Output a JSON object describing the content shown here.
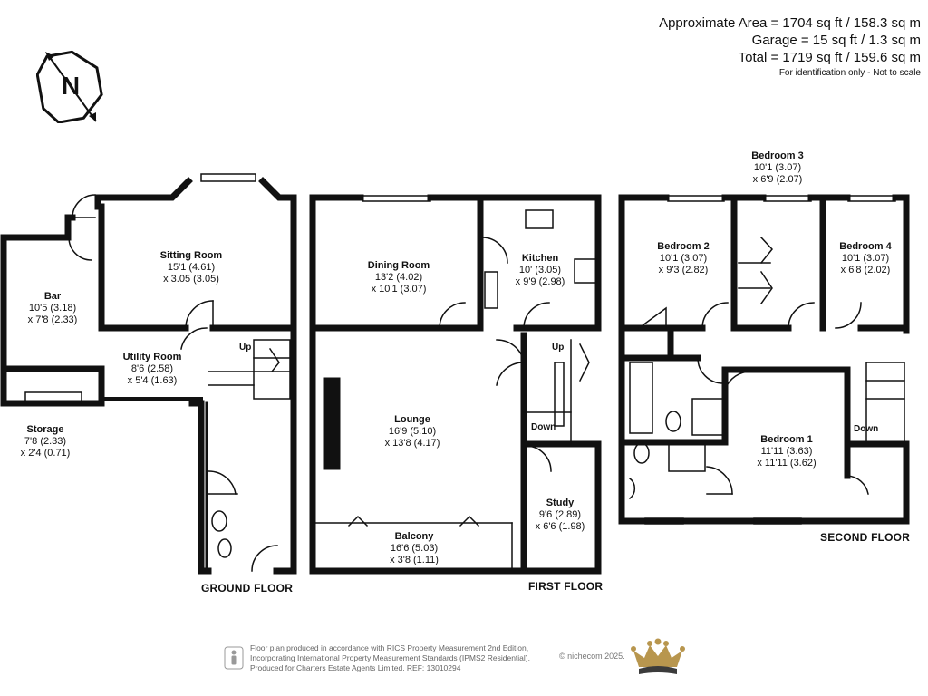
{
  "area": {
    "approx": "Approximate Area = 1704 sq ft / 158.3 sq m",
    "garage": "Garage = 15 sq ft / 1.3 sq m",
    "total": "Total = 1719 sq ft / 159.6 sq m",
    "note": "For identification only - Not to scale"
  },
  "compass": {
    "letter": "N"
  },
  "rooms": {
    "bar": {
      "name": "Bar",
      "line1": "10'5 (3.18)",
      "line2": "x 7'8 (2.33)"
    },
    "sitting": {
      "name": "Sitting Room",
      "line1": "15'1 (4.61)",
      "line2": "x 3.05 (3.05)"
    },
    "utility": {
      "name": "Utility Room",
      "line1": "8'6 (2.58)",
      "line2": "x 5'4 (1.63)"
    },
    "storage": {
      "name": "Storage",
      "line1": "7'8 (2.33)",
      "line2": "x 2'4 (0.71)"
    },
    "dining": {
      "name": "Dining Room",
      "line1": "13'2 (4.02)",
      "line2": "x 10'1 (3.07)"
    },
    "kitchen": {
      "name": "Kitchen",
      "line1": "10' (3.05)",
      "line2": "x 9'9 (2.98)"
    },
    "lounge": {
      "name": "Lounge",
      "line1": "16'9 (5.10)",
      "line2": "x 13'8 (4.17)"
    },
    "balcony": {
      "name": "Balcony",
      "line1": "16'6 (5.03)",
      "line2": "x 3'8 (1.11)"
    },
    "study": {
      "name": "Study",
      "line1": "9'6 (2.89)",
      "line2": "x 6'6 (1.98)"
    },
    "bedroom3": {
      "name": "Bedroom 3",
      "line1": "10'1 (3.07)",
      "line2": "x 6'9 (2.07)"
    },
    "bedroom2": {
      "name": "Bedroom 2",
      "line1": "10'1 (3.07)",
      "line2": "x 9'3 (2.82)"
    },
    "bedroom4": {
      "name": "Bedroom 4",
      "line1": "10'1 (3.07)",
      "line2": "x 6'8 (2.02)"
    },
    "bedroom1": {
      "name": "Bedroom 1",
      "line1": "11'11 (3.63)",
      "line2": "x 11'11 (3.62)"
    }
  },
  "stairs": {
    "up": "Up",
    "down": "Down"
  },
  "floors": {
    "ground": "GROUND FLOOR",
    "first": "FIRST FLOOR",
    "second": "SECOND FLOOR"
  },
  "footer": {
    "line1": "Floor plan produced in accordance with RICS Property Measurement 2nd Edition,",
    "line2": "Incorporating International Property Measurement Standards (IPMS2 Residential).",
    "line3": "Produced for Charters Estate Agents Limited.   REF: 13010294",
    "copyright": "© nichecom 2025."
  },
  "colors": {
    "wall": "#111111",
    "gold": "#b8964e",
    "crown_dark": "#3b3b3b"
  }
}
